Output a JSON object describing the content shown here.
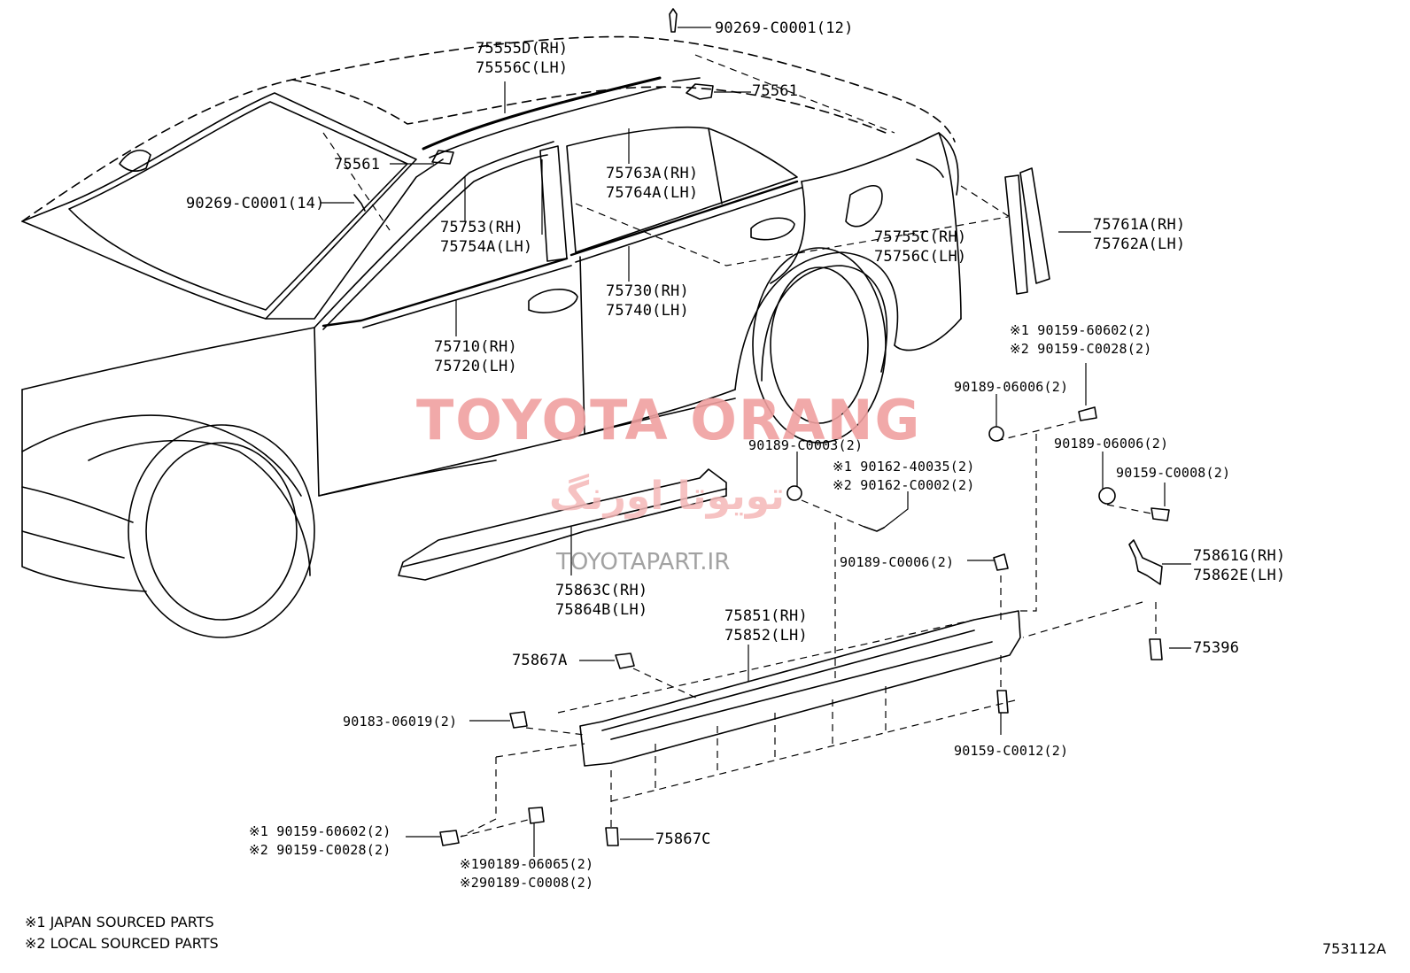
{
  "labels": {
    "bolt_roof_top": "90269-C0001(12)",
    "roof_mldg_rh": "75555D(RH)",
    "roof_mldg_lh": "75556C(LH)",
    "clip_right": "75561",
    "clip_left": "75561",
    "bolt_roof_left": "90269-C0001(14)",
    "rear_window_rh": "75763A(RH)",
    "rear_window_lh": "75764A(LH)",
    "front_window_rh": "75753(RH)",
    "front_window_lh": "75754A(LH)",
    "rear_belt_rh": "75730(RH)",
    "rear_belt_lh": "75740(LH)",
    "front_belt_rh": "75710(RH)",
    "front_belt_lh": "75720(LH)",
    "pillar_rh": "75755C(RH)",
    "pillar_lh": "75756C(LH)",
    "rear_pillar_rh": "75761A(RH)",
    "rear_pillar_lh": "75762A(LH)",
    "screw_top_1": "※1 90159-60602(2)",
    "screw_top_2": "※2 90159-C0028(2)",
    "clip_90189_06006_a": "90189-06006(2)",
    "clip_90189_06006_b": "90189-06006(2)",
    "clip_90189_c0003": "90189-C0003(2)",
    "screw_90162_1": "※1 90162-40035(2)",
    "screw_90162_2": "※2 90162-C0002(2)",
    "screw_90159_c0008": "90159-C0008(2)",
    "clip_90189_c0006": "90189-C0006(2)",
    "bracket_rh": "75861G(RH)",
    "bracket_lh": "75862E(LH)",
    "rocker_upper_rh": "75863C(RH)",
    "rocker_upper_lh": "75864B(LH)",
    "rocker_rh": "75851(RH)",
    "rocker_lh": "75852(LH)",
    "clip_75396": "75396",
    "clip_75867a": "75867A",
    "nut_90183": "90183-06019(2)",
    "screw_90159_c0012": "90159-C0012(2)",
    "screw_bottom_1": "※1 90159-60602(2)",
    "screw_bottom_2": "※2 90159-C0028(2)",
    "clip_75867c": "75867C",
    "clip_bottom_1": "※190189-06065(2)",
    "clip_bottom_2": "※290189-C0008(2)"
  },
  "notes": {
    "line1": "※1  JAPAN SOURCED PARTS",
    "line2": "※2  LOCAL SOURCED PARTS"
  },
  "diagram_ref": "753112A",
  "watermark": {
    "main": "TOYOTA ORANG",
    "farsi": "تویوتا اورنگ",
    "url": "TOYOTAPART.IR",
    "color": "#f0a0a0"
  }
}
